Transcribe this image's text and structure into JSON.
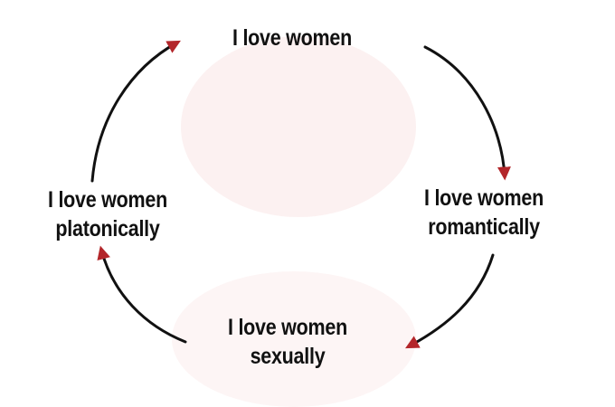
{
  "diagram": {
    "nodes": [
      {
        "id": "top",
        "lines": [
          "I love women"
        ]
      },
      {
        "id": "right",
        "lines": [
          "I love women",
          "romantically"
        ]
      },
      {
        "id": "bottom",
        "lines": [
          "I love women",
          "sexually"
        ]
      },
      {
        "id": "left",
        "lines": [
          "I love women",
          "platonically"
        ]
      }
    ],
    "edges": [
      {
        "from": "top",
        "to": "right"
      },
      {
        "from": "right",
        "to": "bottom"
      },
      {
        "from": "bottom",
        "to": "left"
      },
      {
        "from": "left",
        "to": "top"
      }
    ],
    "colors": {
      "text": "#111111",
      "arrow_line": "#111111",
      "arrowhead": "#b3262a",
      "background": "#ffffff"
    }
  }
}
